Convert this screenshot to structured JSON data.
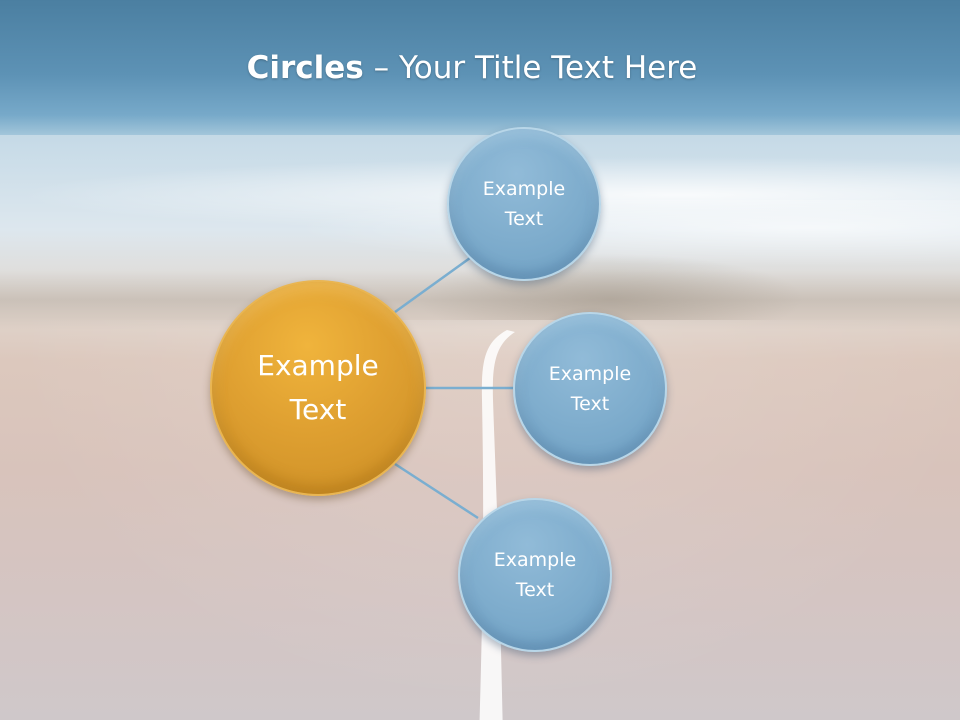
{
  "slide": {
    "title_bold": "Circles",
    "title_rest": " – Your Title Text Here"
  },
  "diagram": {
    "center": {
      "label": "Example\nText",
      "color": "#dfa031"
    },
    "satellites": [
      {
        "label": "Example\nText",
        "color": "#7fadcd"
      },
      {
        "label": "Example\nText",
        "color": "#7fadcd"
      },
      {
        "label": "Example\nText",
        "color": "#7fadcd"
      }
    ],
    "connector_color": "#7aaed0"
  }
}
